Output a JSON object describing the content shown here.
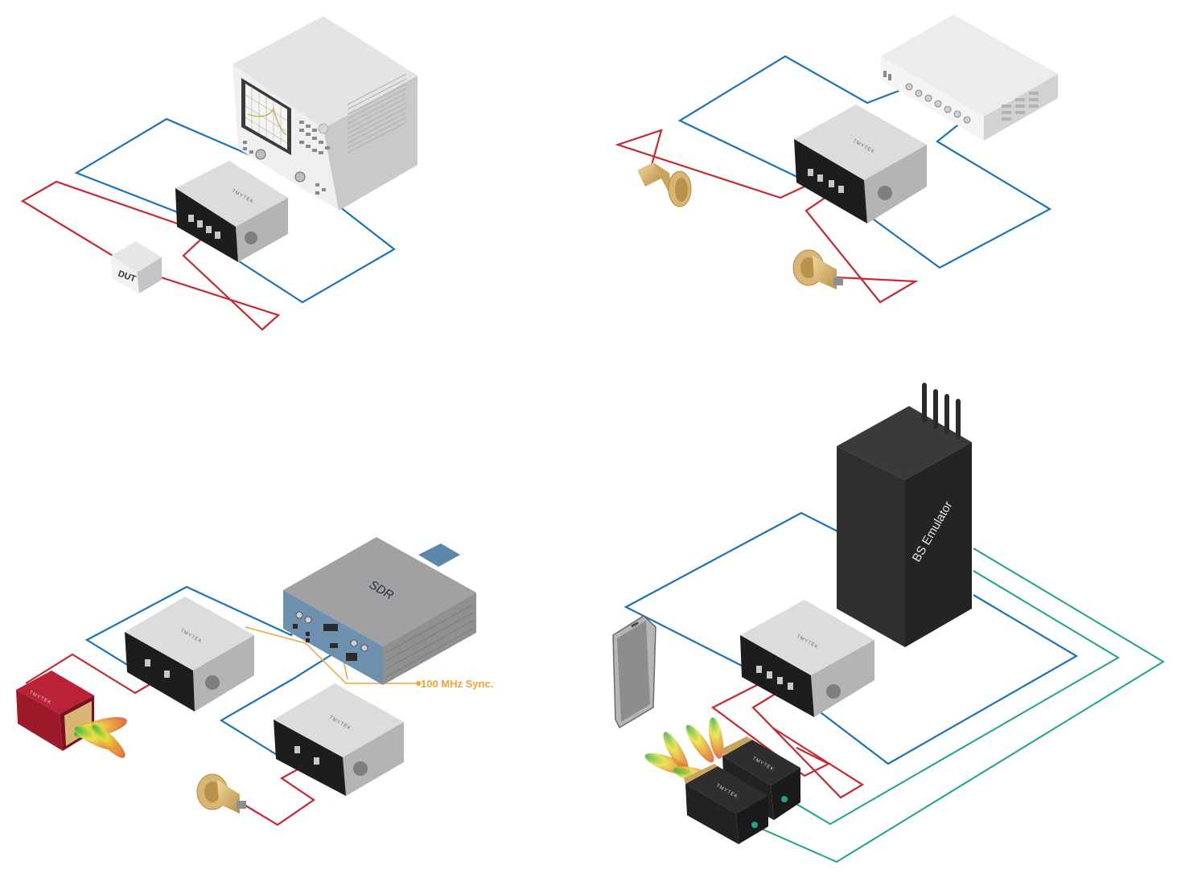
{
  "labels": {
    "dut": "DUT",
    "sdr": "SDR",
    "sync": "100 MHz Sync.",
    "bs_emulator": "BS Emulator",
    "brand": "TMYTEK"
  },
  "colors": {
    "blue_cable": "#1b73b8",
    "red_cable": "#c8282f",
    "orange_cable": "#f2a533",
    "teal_cable": "#1fa38f",
    "module_top": "#dcdcdc",
    "module_side": "#b4b4b4",
    "module_face": "#1d1d1d",
    "horn": "#d8b572",
    "sdr_body": "#6c90ad",
    "bs_body": "#2c2c2c",
    "red_unit": "#9d1a2a"
  },
  "icons": {
    "analyzer": "network-analyzer-icon",
    "horn": "horn-antenna-icon",
    "phone": "smartphone-icon",
    "beam": "radiation-beam-icon"
  }
}
